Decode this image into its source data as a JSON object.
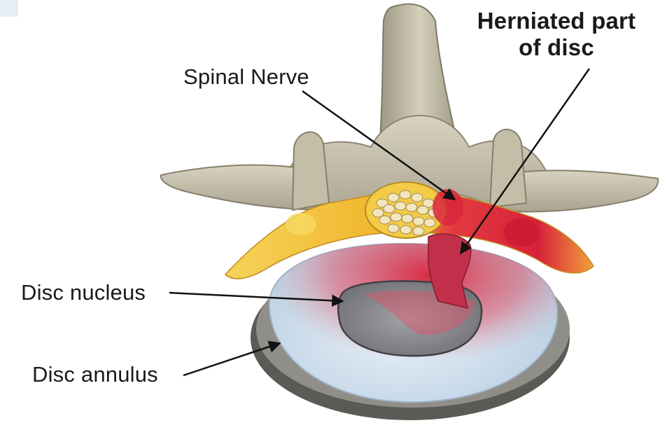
{
  "labels": {
    "herniated_line1": "Herniated part",
    "herniated_line2": "of disc",
    "spinal_nerve": "Spinal Nerve",
    "disc_nucleus": "Disc nucleus",
    "disc_annulus": "Disc annulus"
  },
  "colors": {
    "bone": "#c9c3ad",
    "bone_shadow": "#8f8a78",
    "nerve_yellow": "#f2c431",
    "nerve_red": "#d9213a",
    "disc_blue": "#cfe0ee",
    "nucleus": "#8a8a8f",
    "herniation": "#c0304b",
    "arrow": "#111111"
  }
}
